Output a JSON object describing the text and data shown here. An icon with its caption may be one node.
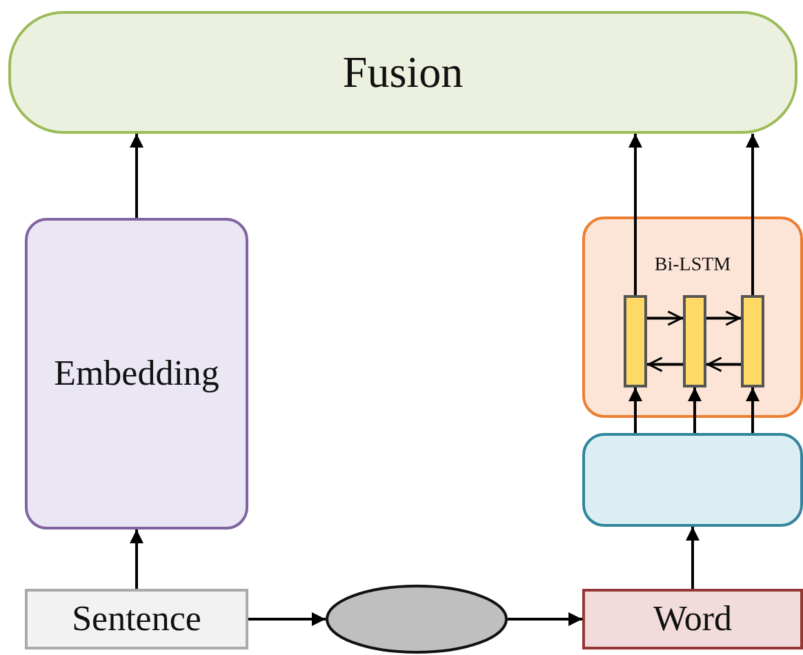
{
  "diagram": {
    "nodes": [
      {
        "text": [
          "Fusion"
        ]
      },
      {
        "text": [
          "Embedding"
        ]
      },
      {
        "text": [
          "Bi-LSTM"
        ]
      },
      {
        "text": [],
        "shape": "bar",
        "in": 2
      },
      {
        "text": [],
        "shape": "bar",
        "in": 2
      },
      {
        "text": [],
        "shape": "bar",
        "in": 2
      },
      {
        "text": [],
        "shape": "box"
      },
      {
        "text": [
          "Sentence"
        ]
      },
      {
        "text": [],
        "shape": "ellipse"
      },
      {
        "text": [
          "Word"
        ]
      }
    ],
    "edges": [
      {
        "from": 7,
        "to": 1,
        "arrow": "to"
      },
      {
        "from": 1,
        "to": 0,
        "arrow": "to"
      },
      {
        "from": 7,
        "to": 8,
        "arrow": "to"
      },
      {
        "from": 8,
        "to": 9,
        "arrow": "to"
      },
      {
        "from": 9,
        "to": 6,
        "arrow": "to"
      },
      {
        "from": 6,
        "to": 3,
        "arrow": "to"
      },
      {
        "from": 6,
        "to": 4,
        "arrow": "to"
      },
      {
        "from": 6,
        "to": 5,
        "arrow": "to"
      },
      {
        "from": 3,
        "to": 4,
        "arrow": "to"
      },
      {
        "from": 4,
        "to": 5,
        "arrow": "to"
      },
      {
        "from": 5,
        "to": 4,
        "arrow": "to"
      },
      {
        "from": 4,
        "to": 3,
        "arrow": "to"
      },
      {
        "from": 3,
        "to": 0,
        "arrow": "to"
      },
      {
        "from": 5,
        "to": 0,
        "arrow": "to"
      }
    ]
  }
}
